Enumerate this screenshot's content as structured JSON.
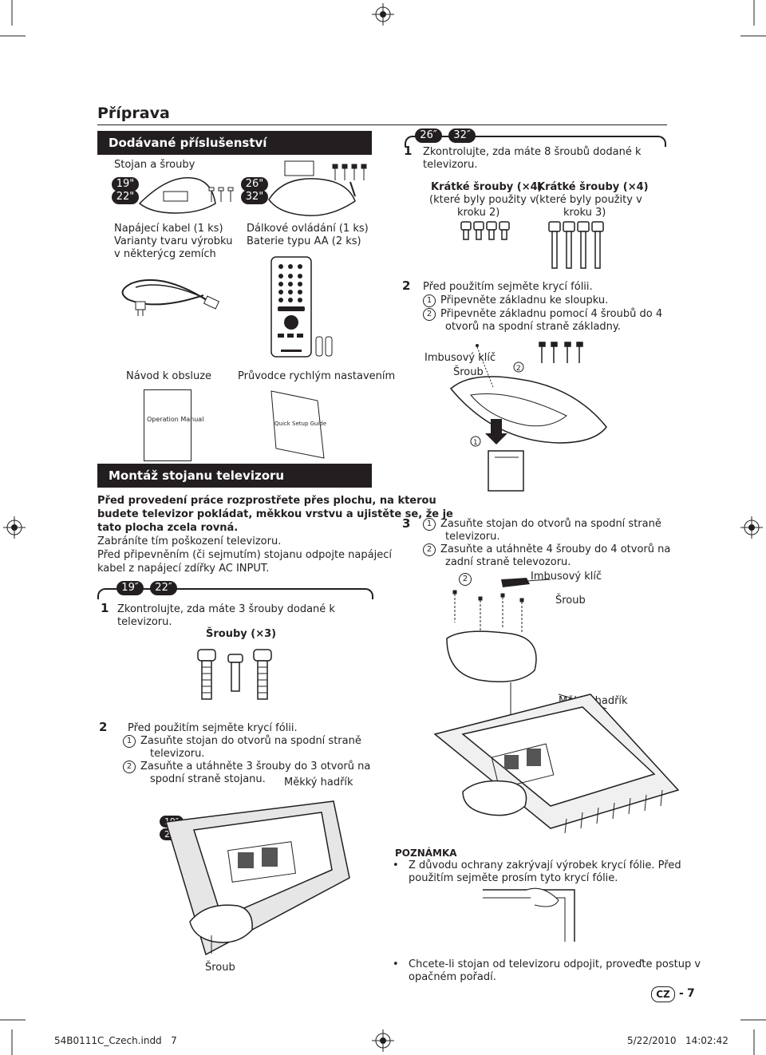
{
  "page": {
    "title": "Příprava",
    "page_no": "7",
    "lang_badge": "CZ",
    "footer_file": "54B0111C_Czech.indd   7",
    "footer_date": "5/22/2010   14:02:42"
  },
  "accessories": {
    "heading": "Dodávané příslušenství",
    "stand_label": "Stojan a šrouby",
    "size_19": "19\"",
    "size_22": "22\"",
    "size_26": "26\"",
    "size_32": "32\"",
    "power_cable": [
      "Napájecí kabel (1 ks)",
      "Varianty tvaru výrobku",
      "v některýcg zemích"
    ],
    "remote": [
      "Dálkové ovládání (1 ks)",
      "Baterie typu AA (2 ks)"
    ],
    "manual_label": "Návod k obsluze",
    "quick_label": "Průvodce rychlým nastavením",
    "manual_cover": "Operation Manual",
    "quick_cover": "Quick Setup Guide"
  },
  "right_top": {
    "tab1": "26″",
    "tab2": "32″",
    "step1": "Zkontrolujte, zda máte 8 šroubů dodané k",
    "step1b": "televizoru.",
    "screw_a_title": "Krátké šrouby (×4)",
    "screw_a_sub": [
      "(které byly použity v",
      "kroku 2)"
    ],
    "screw_b_title": "Krátké šrouby (×4)",
    "screw_b_sub": [
      "(které byly použity v",
      "kroku 3)"
    ],
    "step2": "Před použitím sejměte krycí fólii.",
    "step2_1": "Připevněte základnu ke sloupku.",
    "step2_2a": "Připevněte základnu pomocí 4 šroubů do 4",
    "step2_2b": "otvorů na spodní straně základny.",
    "hex_key": "Imbusový klíč",
    "screw": "Šroub"
  },
  "mount": {
    "heading": "Montáž stojanu televizoru",
    "bold_lines": [
      "Před provedení práce rozprostřete přes plochu, na kterou",
      "budete televizor pokládat, měkkou vrstvu a ujistěte se, že je",
      "tato plocha zcela rovná."
    ],
    "lines": [
      "Zabráníte tím poškození televizoru.",
      "Před připevněním (či sejmutím) stojanu odpojte napájecí",
      "kabel z napájecí zdířky AC INPUT."
    ],
    "tab1": "19″",
    "tab2": "22″",
    "step1a": "Zkontrolujte, zda máte 3 šrouby dodané k",
    "step1b": "televizoru.",
    "screws3": "Šrouby (×3)",
    "step2": "Před použitím sejměte krycí fólii.",
    "step2_1a": "Zasuňte stojan do otvorů na spodní straně",
    "step2_1b": "televizoru.",
    "step2_2a": "Zasuňte a utáhněte 3 šrouby do 3 otvorů na",
    "step2_2b": "spodní straně stojanu.",
    "soft_cloth": "Měkký hadřík",
    "screw": "Šroub"
  },
  "right_bottom": {
    "step3_1a": "Zasuňte stojan do otvorů na spodní straně",
    "step3_1b": "televizoru.",
    "step3_2a": "Zasuňte a utáhněte 4 šrouby do 4 otvorů na",
    "step3_2b": "zadní straně televozoru.",
    "hex_key": "Imbusový klíč",
    "screw": "Šroub",
    "soft_cloth": "Měkký hadřík",
    "note_title": "POZNÁMKA",
    "note1a": "Z důvodu ochrany zakrývají výrobek krycí fólie. Před",
    "note1b": "použitím sejměte prosím tyto krycí fólie.",
    "note2a": "Chcete-li stojan od televizoru odpojit, proveďte postup v",
    "note2b": "opačném pořadí."
  },
  "markers": {
    "one": "1",
    "two": "2",
    "three": "3",
    "c1": "1",
    "c2": "2"
  }
}
